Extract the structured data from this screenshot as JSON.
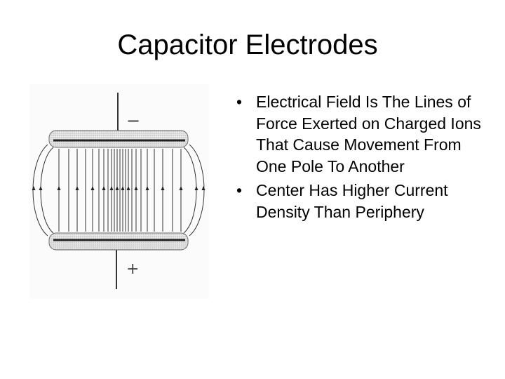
{
  "slide": {
    "title": "Capacitor Electrodes",
    "figure": {
      "negative_label": "−",
      "positive_label": "+"
    },
    "bullets": [
      {
        "marker": "•",
        "text": "Electrical Field Is The Lines of Force Exerted on Charged Ions That Cause Movement From One Pole To Another"
      },
      {
        "marker": "•",
        "text": "Center Has Higher Current Density Than Periphery"
      }
    ]
  }
}
